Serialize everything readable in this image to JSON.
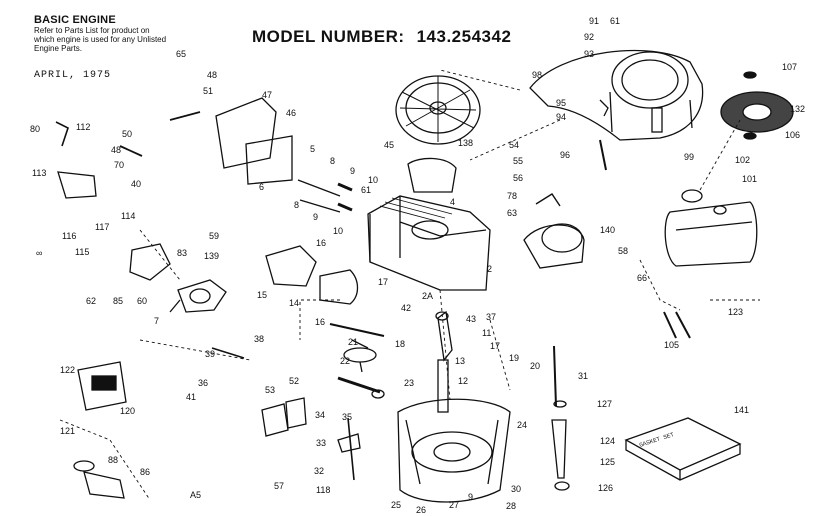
{
  "header": {
    "title": "BASIC ENGINE",
    "note": "Refer to Parts List for product on which engine is used for any Unlisted Engine Parts.",
    "date": "APRIL, 1975",
    "model_label": "MODEL NUMBER:",
    "model_number": "143.254342"
  },
  "footer": {
    "code": "A5"
  },
  "gasket_box_label": "GASKET SET",
  "callouts": [
    "91",
    "61",
    "92",
    "93",
    "98",
    "107",
    "95",
    "94",
    "132",
    "96",
    "99",
    "106",
    "65",
    "48",
    "51",
    "47",
    "80",
    "112",
    "50",
    "46",
    "48",
    "70",
    "40",
    "45",
    "138",
    "54",
    "55",
    "56",
    "78",
    "63",
    "113",
    "5",
    "8",
    "9",
    "10",
    "61",
    "4",
    "6",
    "8",
    "9",
    "10",
    "16",
    "114",
    "117",
    "116",
    "115",
    "59",
    "83",
    "139",
    "62",
    "85",
    "60",
    "7",
    "15",
    "14",
    "2",
    "140",
    "58",
    "102",
    "101",
    "66",
    "123",
    "105",
    "17",
    "42",
    "2A",
    "43",
    "37",
    "16",
    "13",
    "11",
    "21",
    "18",
    "22",
    "38",
    "39",
    "36",
    "41",
    "23",
    "17",
    "19",
    "20",
    "31",
    "12",
    "122",
    "120",
    "121",
    "53",
    "52",
    "34",
    "35",
    "33",
    "32",
    "118",
    "57",
    "25",
    "26",
    "27",
    "9",
    "28",
    "30",
    "24",
    "127",
    "124",
    "125",
    "126",
    "141",
    "88",
    "86"
  ]
}
